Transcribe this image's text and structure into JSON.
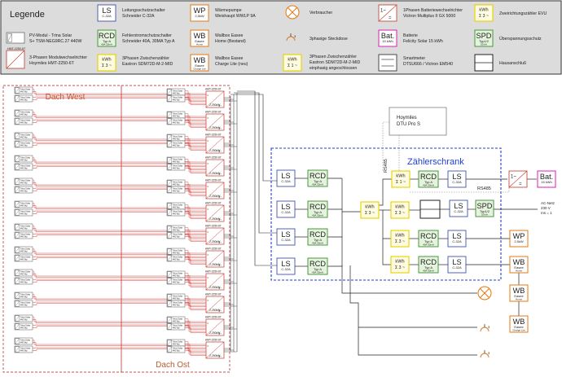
{
  "legend": {
    "title": "Legende",
    "items": [
      {
        "symbol_text": "",
        "lines": [
          "PV-Modul - Trina Solar",
          "S+ TSM-NEG9RC.27 440W"
        ]
      },
      {
        "symbol_text": "HMT-2250-6T",
        "lines": [
          "3-Phasen Modulwechselrichter",
          "Hoymiles HMT-2250-6T"
        ]
      },
      {
        "symbol_text": "LS|C-32A",
        "lines": [
          "Leitungsschutzschalter",
          "Schneider C-32A"
        ]
      },
      {
        "symbol_text": "RCD|Typ A|40A 30mA",
        "lines": [
          "Fehlerstromschutzschalter",
          "Schneider 40A, 30MA Typ A"
        ]
      },
      {
        "symbol_text": "kWh|Σ 3 ~",
        "lines": [
          "3Phasen Zwischenzähler",
          "Eastron SDM72D-M-2-MID"
        ]
      },
      {
        "symbol_text": "WP|2,5kW",
        "lines": [
          "Wärmepumpe",
          "Weishaupt WWLP 9A"
        ]
      },
      {
        "symbol_text": "WB|Easee|Home",
        "lines": [
          "Wallbox Easee",
          "Home (Bestand)"
        ]
      },
      {
        "symbol_text": "WB|Easee|Charge Lite",
        "lines": [
          "Wallbox Easee",
          "Charge Lite (neu)"
        ]
      },
      {
        "symbol_text": "",
        "lines": [
          "Verbraucher"
        ]
      },
      {
        "symbol_text": "3",
        "lines": [
          "3phasige Steckdose"
        ]
      },
      {
        "symbol_text": "kWh|Σ 1 ~",
        "lines": [
          "3Phasen Zwischenzähler",
          "Eastron SDM72D-M-2-MID",
          "einphasig angeschlossen"
        ]
      },
      {
        "symbol_text": "1~|=",
        "lines": [
          "1Phasen Batteriewechselrichter",
          "Victron Multiplus II GX 5000"
        ]
      },
      {
        "symbol_text": "Bat.|15 kWh",
        "lines": [
          "Batterie",
          "Felicity Solar 15 kWh"
        ]
      },
      {
        "symbol_text": "",
        "lines": [
          "Smartmeter",
          "DTSU666 / Victron EM540"
        ]
      },
      {
        "symbol_text": "kWh|Σ 3 ~",
        "lines": [
          "Zweirichtungszähler EVU"
        ]
      },
      {
        "symbol_text": "SPD|Typ1/2|50 kA",
        "lines": [
          "Überspannungsschutz"
        ]
      },
      {
        "symbol_text": "",
        "lines": [
          "Hausanschluß"
        ]
      }
    ]
  },
  "roofs": {
    "west": "Dach West",
    "east": "Dach Ost"
  },
  "module_label": [
    "Trina Solar",
    "440 Wp"
  ],
  "inverter_label": "HMT-2250-6T",
  "inverter_power": "2,250kW",
  "dtu": {
    "line1": "Hoymiles",
    "line2": "DTU Pro S"
  },
  "cabinet_title": "Zählerschrank",
  "rs485_labels": [
    "RS485",
    "RS485"
  ],
  "ac_net": [
    "AC-Netz",
    "230 V",
    "ms = 1"
  ],
  "devices": {
    "ls": {
      "label": "LS",
      "sub": "C-32A"
    },
    "rcd": {
      "label": "RCD",
      "sub": "Typ A",
      "sub2": "40A 30mA"
    },
    "kwh3": {
      "label": "kWh",
      "sub": "Σ 3 ~"
    },
    "kwh1": {
      "label": "kWh",
      "sub": "Σ 1 ~"
    },
    "spd": {
      "label": "SPD",
      "sub": "Typ1/2",
      "sub2": "50 kA"
    },
    "wp": {
      "label": "WP",
      "sub": "2,5kW"
    },
    "wb_home": {
      "label": "WB",
      "sub": "Easee",
      "sub2": "Home"
    },
    "wb_lite": {
      "label": "WB",
      "sub": "Easee",
      "sub2": "Charge Lite"
    },
    "inv": {
      "label": "1~",
      "sub": "="
    },
    "bat": {
      "label": "Bat.",
      "sub": "15 kWh"
    }
  }
}
